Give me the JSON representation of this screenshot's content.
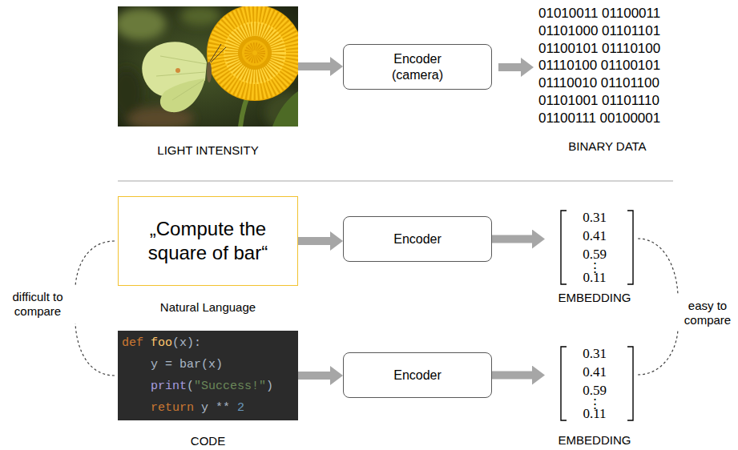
{
  "diagram": {
    "nodes": [
      {
        "text": [
          "LIGHT INTENSITY"
        ]
      },
      {
        "text": [
          "Encoder (camera)"
        ]
      },
      {
        "text": [
          "„Compute the square of bar“",
          "Natural Language"
        ]
      },
      {
        "text": [
          "Encoder"
        ]
      },
      {
        "text": [
          "0.31",
          "0.41",
          "0.59",
          "⋮",
          "0.11",
          "EMBEDDING"
        ]
      },
      {
        "text": [
          "def foo(x):",
          "y = bar(x)",
          "print(\"Success!\")",
          "return y ** 2",
          "CODE"
        ]
      },
      {
        "text": [
          "Encoder"
        ]
      },
      {
        "text": [
          "0.31",
          "0.41",
          "0.59",
          "⋮",
          "0.11",
          "EMBEDDING"
        ]
      }
    ],
    "edges": [
      {
        "from": 0,
        "to": 1,
        "arrow": "to"
      },
      {
        "from": 2,
        "to": 3,
        "arrow": "to"
      },
      {
        "from": 3,
        "to": 4,
        "arrow": "to"
      },
      {
        "from": 5,
        "to": 6,
        "arrow": "to"
      },
      {
        "from": 6,
        "to": 7,
        "arrow": "to"
      }
    ],
    "labels": [
      "01010011 01100011",
      "01101000 01101101",
      "01100101 01110100",
      "01110100 01100101",
      "01110010 01101100",
      "01101001 01101110",
      "01100111 00100001",
      "BINARY DATA",
      "difficult to compare",
      "easy to compare"
    ]
  }
}
